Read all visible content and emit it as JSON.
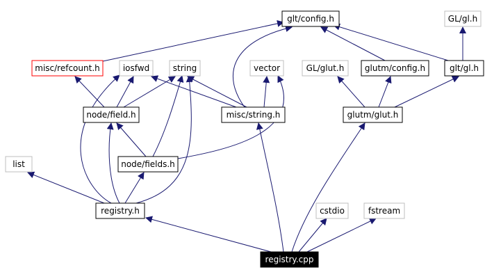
{
  "colors": {
    "edge": "#191970",
    "node_border_normal": "#000000",
    "node_border_external": "#bfbfbf",
    "node_border_highlight": "#ff0000",
    "root_fill": "#000000",
    "root_text": "#ffffff",
    "text": "#000000",
    "background": "#ffffff"
  },
  "nodes": [
    {
      "id": "glt_config",
      "label": "glt/config.h",
      "kind": "normal"
    },
    {
      "id": "gl_gl",
      "label": "GL/gl.h",
      "kind": "external"
    },
    {
      "id": "misc_refcount",
      "label": "misc/refcount.h",
      "kind": "highlight"
    },
    {
      "id": "iosfwd",
      "label": "iosfwd",
      "kind": "external"
    },
    {
      "id": "string",
      "label": "string",
      "kind": "external"
    },
    {
      "id": "vector",
      "label": "vector",
      "kind": "external"
    },
    {
      "id": "gl_glut",
      "label": "GL/glut.h",
      "kind": "external"
    },
    {
      "id": "glutm_config",
      "label": "glutm/config.h",
      "kind": "normal"
    },
    {
      "id": "glt_gl",
      "label": "glt/gl.h",
      "kind": "normal"
    },
    {
      "id": "node_field",
      "label": "node/field.h",
      "kind": "normal"
    },
    {
      "id": "misc_string",
      "label": "misc/string.h",
      "kind": "normal"
    },
    {
      "id": "glutm_glut",
      "label": "glutm/glut.h",
      "kind": "normal"
    },
    {
      "id": "list",
      "label": "list",
      "kind": "external"
    },
    {
      "id": "node_fields",
      "label": "node/fields.h",
      "kind": "normal"
    },
    {
      "id": "registry_h",
      "label": "registry.h",
      "kind": "normal"
    },
    {
      "id": "cstdio",
      "label": "cstdio",
      "kind": "external"
    },
    {
      "id": "fstream",
      "label": "fstream",
      "kind": "external"
    },
    {
      "id": "registry_cpp",
      "label": "registry.cpp",
      "kind": "root"
    }
  ],
  "edges": [
    {
      "from": "registry_cpp",
      "to": "registry_h"
    },
    {
      "from": "registry_cpp",
      "to": "misc_string"
    },
    {
      "from": "registry_cpp",
      "to": "glutm_glut"
    },
    {
      "from": "registry_cpp",
      "to": "cstdio"
    },
    {
      "from": "registry_cpp",
      "to": "fstream"
    },
    {
      "from": "registry_h",
      "to": "list"
    },
    {
      "from": "registry_h",
      "to": "iosfwd"
    },
    {
      "from": "registry_h",
      "to": "string"
    },
    {
      "from": "registry_h",
      "to": "node_field"
    },
    {
      "from": "registry_h",
      "to": "node_fields"
    },
    {
      "from": "node_fields",
      "to": "node_field"
    },
    {
      "from": "node_fields",
      "to": "string"
    },
    {
      "from": "node_fields",
      "to": "vector"
    },
    {
      "from": "node_field",
      "to": "misc_refcount"
    },
    {
      "from": "node_field",
      "to": "iosfwd"
    },
    {
      "from": "node_field",
      "to": "string"
    },
    {
      "from": "misc_string",
      "to": "glt_config"
    },
    {
      "from": "misc_string",
      "to": "string"
    },
    {
      "from": "misc_string",
      "to": "iosfwd"
    },
    {
      "from": "misc_string",
      "to": "vector"
    },
    {
      "from": "misc_refcount",
      "to": "glt_config"
    },
    {
      "from": "glutm_glut",
      "to": "gl_glut"
    },
    {
      "from": "glutm_glut",
      "to": "glutm_config"
    },
    {
      "from": "glutm_glut",
      "to": "glt_gl"
    },
    {
      "from": "glutm_config",
      "to": "glt_config"
    },
    {
      "from": "glt_gl",
      "to": "glt_config"
    },
    {
      "from": "glt_gl",
      "to": "gl_gl"
    }
  ]
}
